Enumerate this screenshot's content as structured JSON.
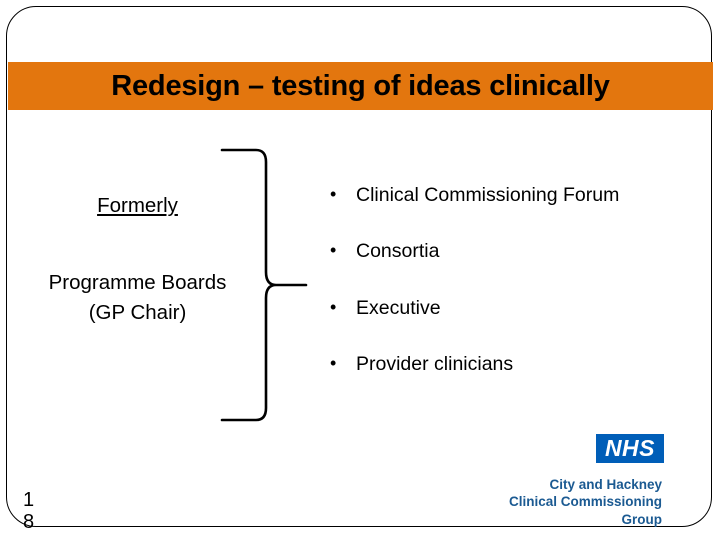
{
  "slide": {
    "title": "Redesign – testing of ideas clinically",
    "banner_color": "#E3760E",
    "frame_color": "#000000",
    "page_number_digits": [
      "1",
      "8"
    ]
  },
  "left_block": {
    "heading": "Formerly",
    "org_line_1": "Programme Boards",
    "org_line_2": "(GP Chair)"
  },
  "brace": {
    "icon": "curly-brace-icon",
    "orientation": "opens-left-points-right"
  },
  "bullets": {
    "marker": "•",
    "items": [
      {
        "label": "Clinical Commissioning Forum"
      },
      {
        "label": "Consortia"
      },
      {
        "label": "Executive"
      },
      {
        "label": "Provider clinicians"
      }
    ]
  },
  "logo": {
    "mark": "NHS",
    "sub_line_1": "City and Hackney",
    "sub_line_2": "Clinical Commissioning Group",
    "mark_bg": "#005EB8",
    "sub_color": "#1B5A92"
  }
}
